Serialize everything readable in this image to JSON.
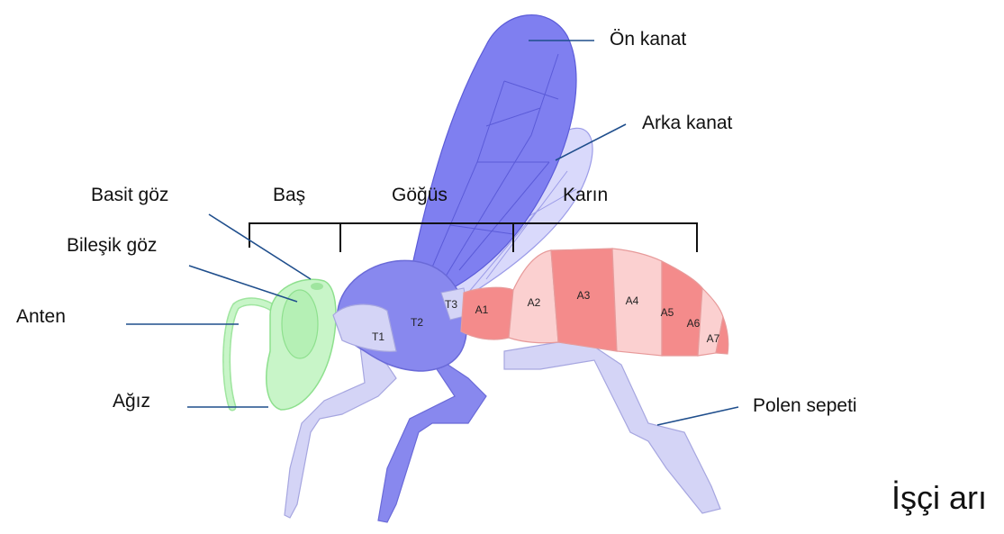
{
  "labels": {
    "on_kanat": "Ön kanat",
    "arka_kanat": "Arka kanat",
    "basit_goz": "Basit göz",
    "bilesik_goz": "Bileşik göz",
    "anten": "Anten",
    "agiz": "Ağız",
    "polen_sepeti": "Polen sepeti",
    "bas": "Baş",
    "gogus": "Göğüs",
    "karin": "Karın"
  },
  "segments": {
    "t1": "T1",
    "t2": "T2",
    "t3": "T3",
    "a1": "A1",
    "a2": "A2",
    "a3": "A3",
    "a4": "A4",
    "a5": "A5",
    "a6": "A6",
    "a7": "A7"
  },
  "title": "İşçi arı",
  "colors": {
    "head": "#c8f5c8",
    "thorax": "#8888ee",
    "wing": "#7f7ff0",
    "leg": "#d4d4f6",
    "abdomen_dark": "#f48b8b",
    "abdomen_light": "#fbd0d0",
    "line": "#1f4e8c"
  }
}
